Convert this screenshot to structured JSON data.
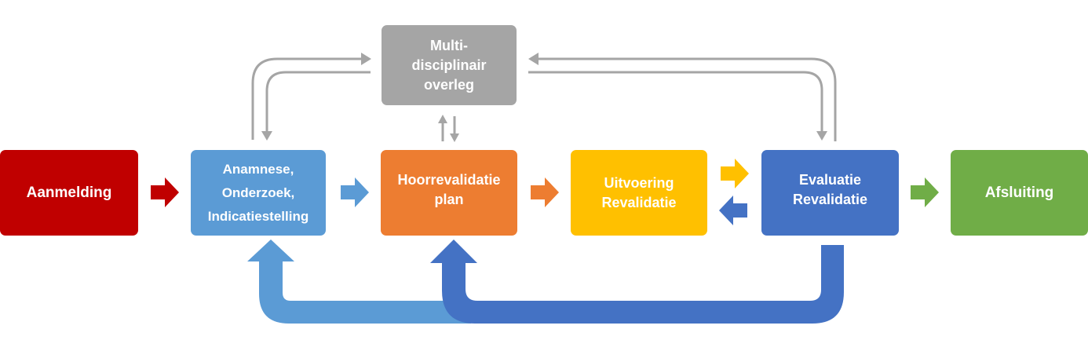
{
  "nodes": {
    "aanmelding": {
      "label": "Aanmelding",
      "color": "#C00000"
    },
    "anamnese": {
      "label": "Anamnese,\nOnderzoek,\nIndicatiestelling",
      "color": "#5B9BD5"
    },
    "plan": {
      "label": "Hoorrevalidatie\nplan",
      "color": "#ED7D31"
    },
    "uitvoering": {
      "label": "Uitvoering\nRevalidatie",
      "color": "#FFC000"
    },
    "evaluatie": {
      "label": "Evaluatie\nRevalidatie",
      "color": "#4472C4"
    },
    "afsluiting": {
      "label": "Afsluiting",
      "color": "#70AD47"
    },
    "mdo": {
      "label": "Multi-\ndisciplinair\noverleg",
      "color": "#A5A5A5"
    }
  },
  "colors": {
    "red": "#C00000",
    "light_blue": "#5B9BD5",
    "orange": "#ED7D31",
    "yellow": "#FFC000",
    "blue": "#4472C4",
    "green": "#70AD47",
    "gray": "#A5A5A5"
  }
}
